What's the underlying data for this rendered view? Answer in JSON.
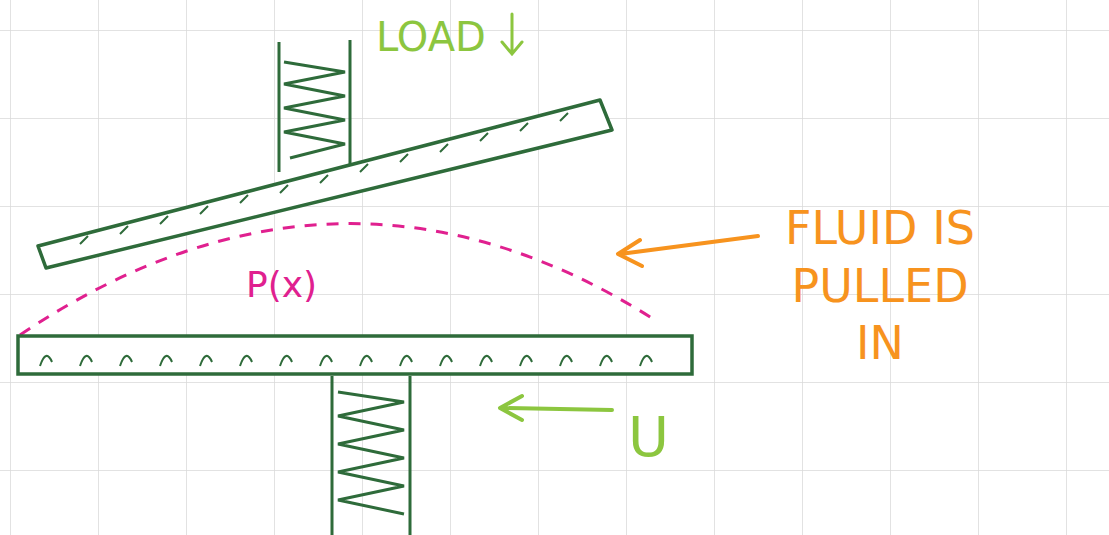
{
  "diagram": {
    "labels": [
      "LOAD",
      "P(x)",
      "FLUID IS PULLED IN",
      "U"
    ]
  }
}
